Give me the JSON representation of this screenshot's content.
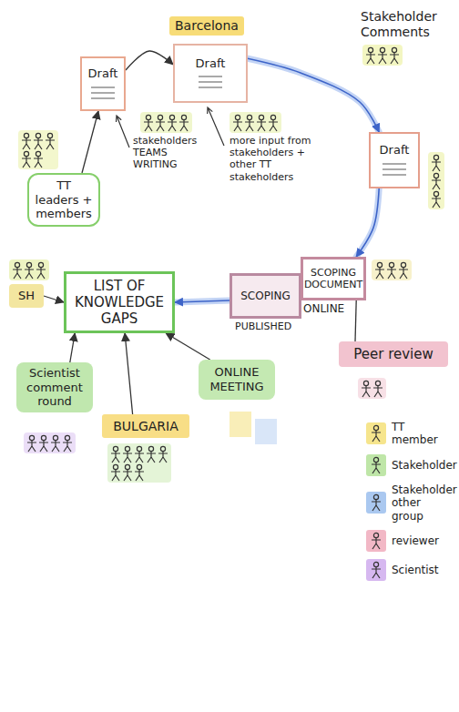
{
  "diagram": {
    "nodes": [
      {
        "text": [
          "Draft"
        ]
      },
      {
        "text": [
          "Barcelona",
          "Draft"
        ]
      },
      {
        "text": [
          "Draft"
        ]
      },
      {
        "text": [
          "TT leaders + members"
        ]
      },
      {
        "text": [
          "SH"
        ]
      },
      {
        "text": [
          "LIST OF KNOWLEDGE GAPS"
        ]
      },
      {
        "text": [
          "SCOPING",
          "PUBLISHED"
        ]
      },
      {
        "text": [
          "SCOPING DOCUMENT",
          "ONLINE"
        ]
      },
      {
        "text": [
          "Peer review"
        ]
      },
      {
        "text": [
          "Scientist comment round"
        ]
      },
      {
        "text": [
          "BULGARIA"
        ]
      },
      {
        "text": [
          "ONLINE MEETING"
        ]
      }
    ],
    "edges": [
      {
        "from": 3,
        "to": 0,
        "arrow": "to"
      },
      {
        "from": 0,
        "to": 1,
        "arrow": "to"
      },
      {
        "from": 1,
        "to": 2,
        "arrow": "to"
      },
      {
        "from": 2,
        "to": 7,
        "arrow": "to"
      },
      {
        "from": 7,
        "to": 6,
        "arrow": "to"
      },
      {
        "from": 6,
        "to": 5,
        "arrow": "to"
      },
      {
        "from": 8,
        "to": 7,
        "arrow": "none"
      },
      {
        "from": 4,
        "to": 5,
        "arrow": "to"
      },
      {
        "from": 9,
        "to": 5,
        "arrow": "to"
      },
      {
        "from": 10,
        "to": 5,
        "arrow": "to"
      },
      {
        "from": 11,
        "to": 5,
        "arrow": "to"
      }
    ],
    "labels": [
      "Stakeholder Comments",
      "stakeholders TEAMS WRITING",
      "more input from stakeholders + other TT stakeholders"
    ],
    "legend": [
      {
        "text": "TT member",
        "color": "#f6e58d"
      },
      {
        "text": "Stakeholder",
        "color": "#bfe6a8"
      },
      {
        "text": "Stakeholder other group",
        "color": "#aac8f0"
      },
      {
        "text": "reviewer",
        "color": "#f2b8c6"
      },
      {
        "text": "Scientist",
        "color": "#d6b8f0"
      }
    ]
  }
}
